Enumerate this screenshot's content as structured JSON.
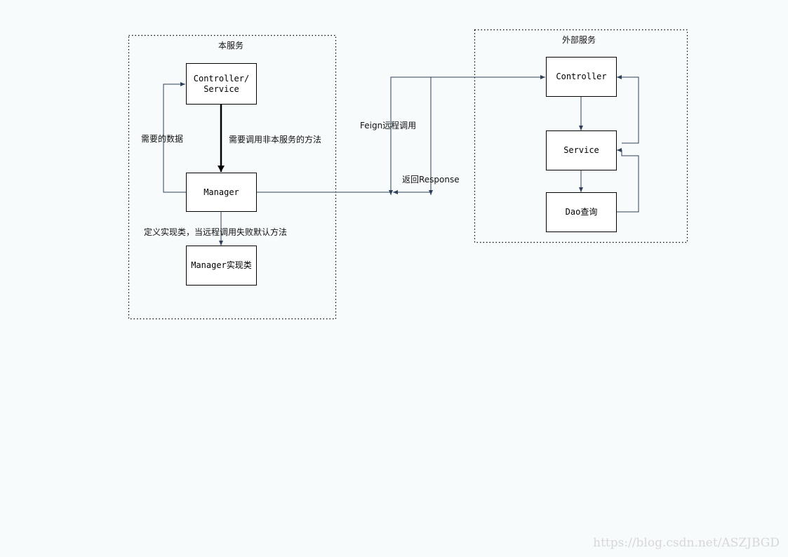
{
  "groups": {
    "local": {
      "title": "本服务"
    },
    "external": {
      "title": "外部服务"
    }
  },
  "nodes": {
    "controller_service": "Controller/\nService",
    "manager": "Manager",
    "manager_impl": "Manager实现类",
    "ext_controller": "Controller",
    "ext_service": "Service",
    "ext_dao": "Dao查询"
  },
  "edges": {
    "needed_data": "需要的数据",
    "call_external_method": "需要调用非本服务的方法",
    "fallback_impl": "定义实现类，当远程调用失败默认方法",
    "feign_call": "Feign远程调用",
    "return_response": "返回Response"
  },
  "watermark": "https://blog.csdn.net/ASZJBGD",
  "colors": {
    "background": "#f7fbfc",
    "connector": "#2e4057",
    "box_border": "#000000",
    "watermark": "#d7d7d7"
  }
}
